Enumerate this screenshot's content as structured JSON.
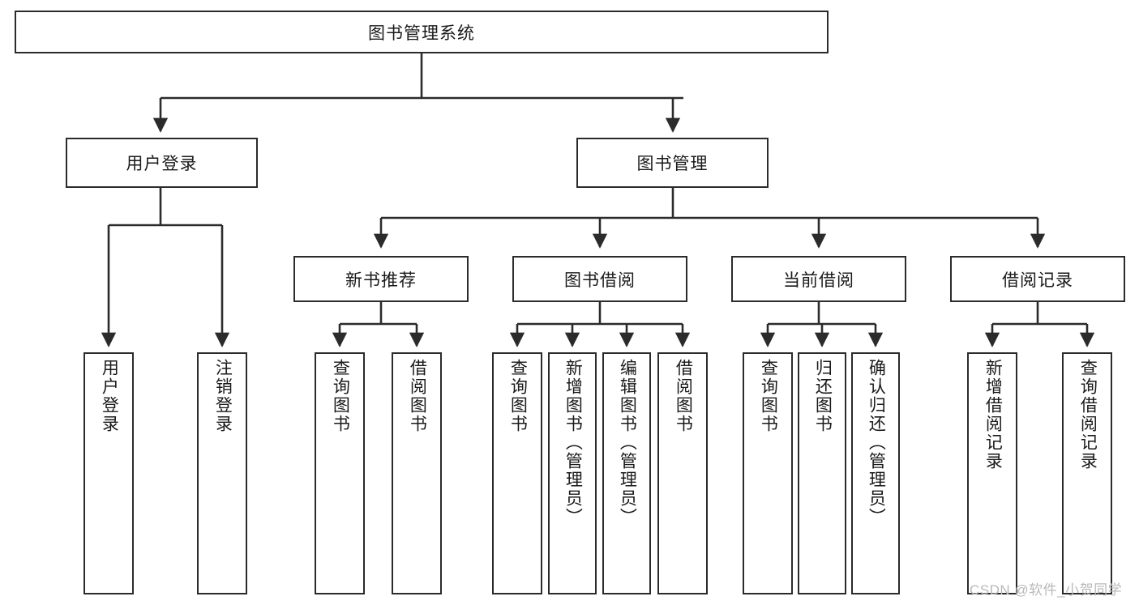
{
  "diagram": {
    "title_node": {
      "label": "图书管理系统"
    },
    "level2": [
      {
        "id": "user-login",
        "label": "用户登录"
      },
      {
        "id": "book-management",
        "label": "图书管理"
      }
    ],
    "level3": [
      {
        "id": "new-book-recommend",
        "label": "新书推荐"
      },
      {
        "id": "book-borrow",
        "label": "图书借阅"
      },
      {
        "id": "current-borrow",
        "label": "当前借阅"
      },
      {
        "id": "borrow-record",
        "label": "借阅记录"
      }
    ],
    "leaves": [
      {
        "id": "leaf-user-login",
        "label": "用户登录"
      },
      {
        "id": "leaf-logout-login",
        "label": "注销登录"
      },
      {
        "id": "leaf-query-book-1",
        "label": "查询图书"
      },
      {
        "id": "leaf-borrow-book-1",
        "label": "借阅图书"
      },
      {
        "id": "leaf-query-book-2",
        "label": "查询图书"
      },
      {
        "id": "leaf-add-book",
        "label": "新增图书（管理员）"
      },
      {
        "id": "leaf-edit-book",
        "label": "编辑图书（管理员）"
      },
      {
        "id": "leaf-borrow-book-2",
        "label": "借阅图书"
      },
      {
        "id": "leaf-query-book-3",
        "label": "查询图书"
      },
      {
        "id": "leaf-return-book",
        "label": "归还图书"
      },
      {
        "id": "leaf-confirm-return",
        "label": "确认归还（管理员）"
      },
      {
        "id": "leaf-add-record",
        "label": "新增借阅记录"
      },
      {
        "id": "leaf-query-record",
        "label": "查询借阅记录"
      }
    ],
    "watermark": "CSDN @软件_小贺同学",
    "colors": {
      "stroke": "#2b2b2b",
      "fill": "#ffffff",
      "text": "#1a1a1a",
      "watermark": "#b9b9b9"
    }
  }
}
